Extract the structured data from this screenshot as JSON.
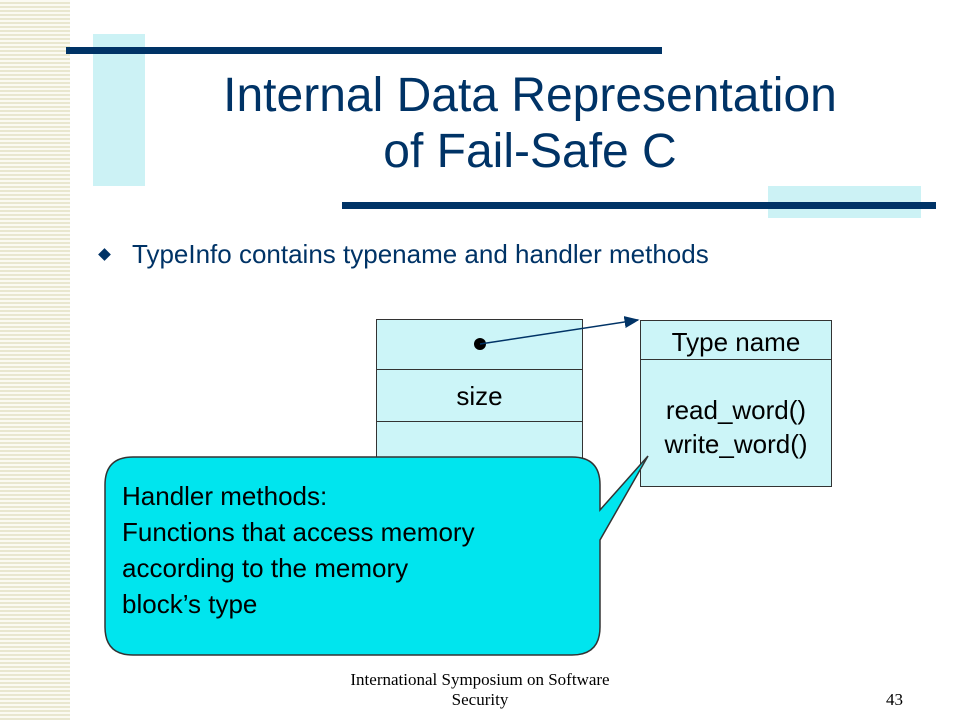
{
  "slide": {
    "title_line1": "Internal Data Representation",
    "title_line2": "of Fail-Safe C",
    "bullet": "TypeInfo contains typename and handler methods"
  },
  "diagram": {
    "block": {
      "size_label": "size"
    },
    "typeinfo": {
      "type_name_label": "Type name",
      "methods": [
        "read_word()",
        "write_word()"
      ]
    },
    "callout": {
      "lines": [
        "Handler methods:",
        "Functions that access memory",
        "according to the memory",
        "block’s type"
      ]
    }
  },
  "footer": {
    "line1": "International Symposium on Software",
    "line2": "Security",
    "page_number": "43"
  },
  "colors": {
    "title": "#003366",
    "accent": "#ccf2f5",
    "box_fill": "#ccf5f8",
    "callout_fill": "#00e5ee"
  }
}
